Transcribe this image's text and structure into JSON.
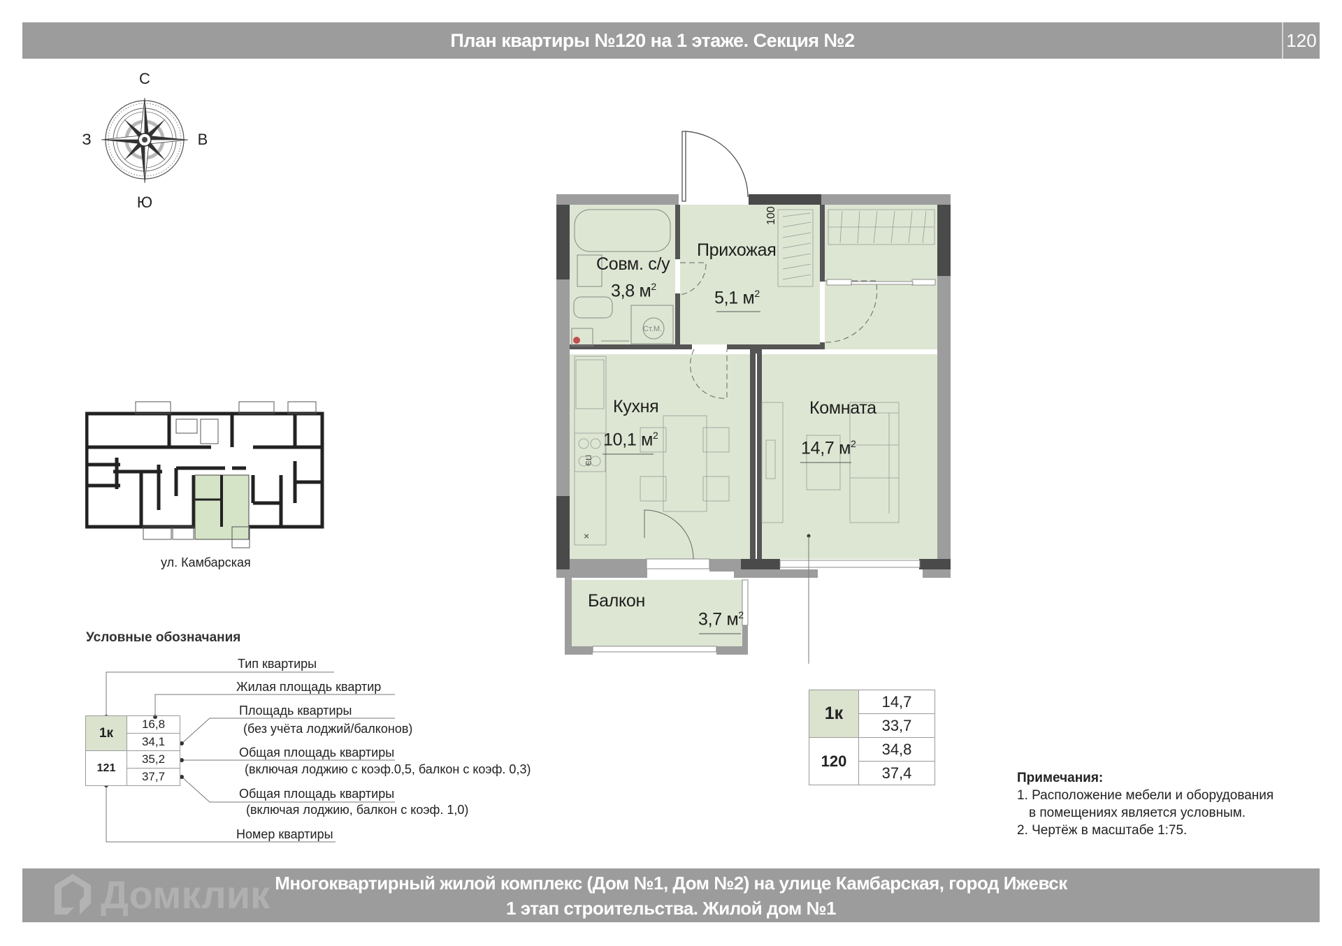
{
  "header": {
    "title": "План квартиры №120 на 1 этаже. Секция №2",
    "page_number": "120"
  },
  "compass": {
    "icon": "compass-rose-icon",
    "north": "С",
    "south": "Ю",
    "west": "З",
    "east": "В"
  },
  "key_plan": {
    "street_label": "ул. Камбарская",
    "highlight_color": "#d5e3c6"
  },
  "floor_plan": {
    "fill_color": "#dde6d2",
    "wall_dark": "#4a4a4a",
    "wall_light": "#9d9d9d",
    "dimension_label": "100",
    "rooms": [
      {
        "name": "Совм. с/у",
        "area": "3,8 м",
        "sup": "2"
      },
      {
        "name": "Прихожая",
        "area": "5,1 м",
        "sup": "2"
      },
      {
        "name": "Кухня",
        "area": "10,1 м",
        "sup": "2"
      },
      {
        "name": "Комната",
        "area": "14,7 м",
        "sup": "2"
      },
      {
        "name": "Балкон",
        "area": "3,7 м",
        "sup": "2"
      }
    ],
    "fixtures": {
      "washer_label": "Ст.М.",
      "stove_label": "ПЭ"
    }
  },
  "apartment_info": {
    "type": "1к",
    "number": "120",
    "living_area": "14,7",
    "area_without_balcony": "33,7",
    "total_area_coef": "34,8",
    "total_area_full": "37,4"
  },
  "legend": {
    "title": "Условные обозначания",
    "sample": {
      "type": "1к",
      "number": "121",
      "values": [
        "16,8",
        "34,1",
        "35,2",
        "37,7"
      ]
    },
    "labels": {
      "type": "Тип квартиры",
      "living": "Жилая площадь квартир",
      "area_line1": "Площадь квартиры",
      "area_line2": "(без учёта лоджий/балконов)",
      "total_coef_line1": "Общая площадь квартиры",
      "total_coef_line2": "(включая лоджию с коэф.0,5, балкон с коэф. 0,3)",
      "total_full_line1": "Общая площадь квартиры",
      "total_full_line2": "(включая лоджию, балкон с коэф. 1,0)",
      "number": "Номер квартиры"
    }
  },
  "notes": {
    "title": "Примечания:",
    "items": [
      "1. Расположение мебели и оборудования",
      "в помещениях является условным.",
      "2. Чертёж в масштабе 1:75."
    ]
  },
  "footer": {
    "line1": "Многоквартирный жилой комплекс (Дом №1, Дом №2) на улице Камбарская, город Ижевск",
    "line2": "1 этап строительства. Жилой дом №1",
    "watermark": "Домклик"
  }
}
